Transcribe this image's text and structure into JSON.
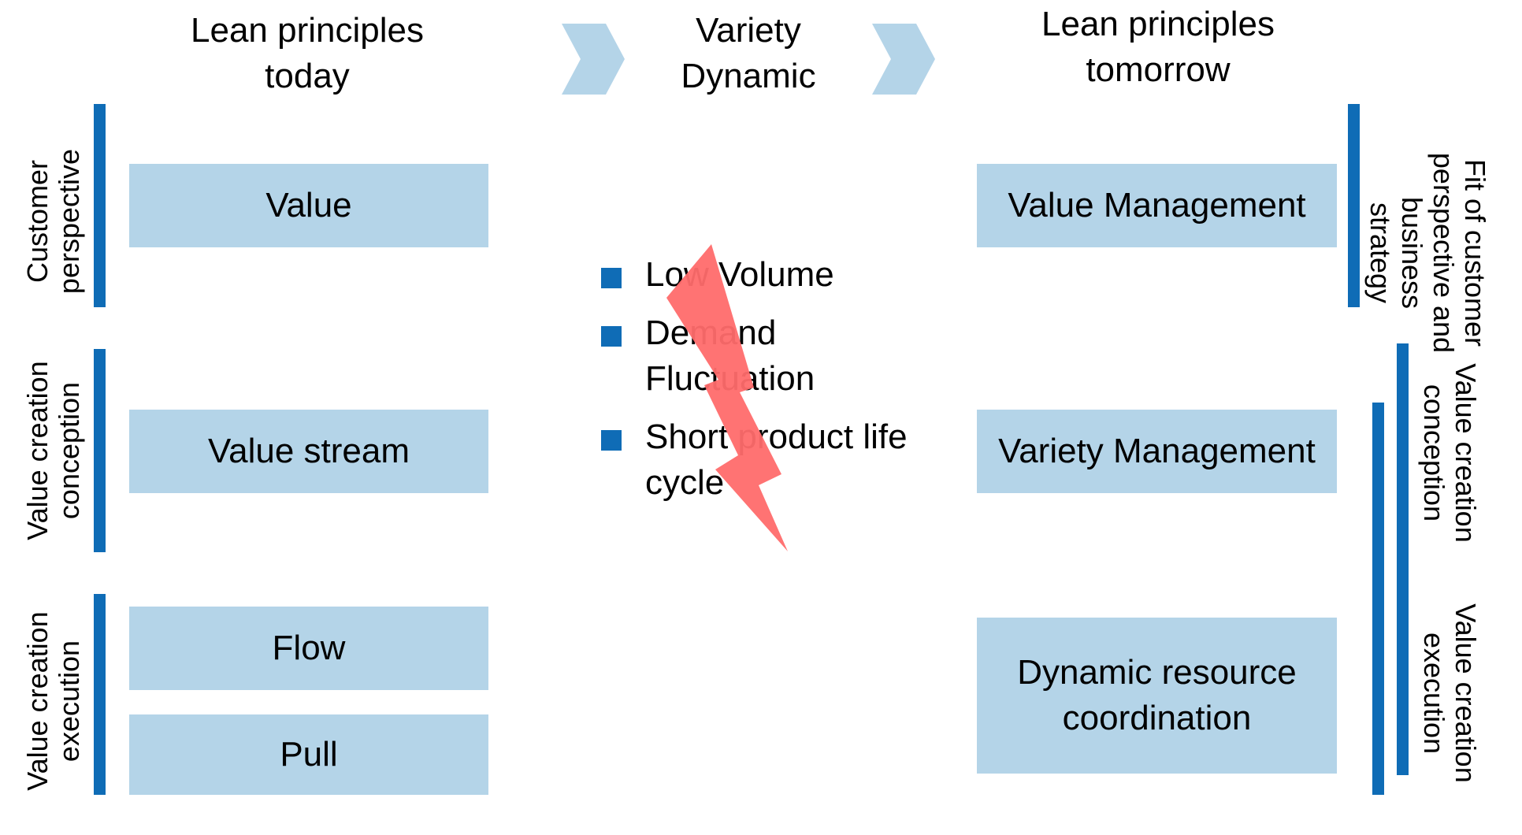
{
  "headers": {
    "left": "Lean principles today",
    "middle": "Variety Dynamic",
    "right": "Lean principles tomorrow"
  },
  "left_column": {
    "labels": {
      "customer": "Customer perspective",
      "conception": "Value creation conception",
      "execution": "Value creation execution"
    },
    "boxes": {
      "value": "Value",
      "value_stream": "Value stream",
      "flow": "Flow",
      "pull": "Pull"
    }
  },
  "middle_column": {
    "bullets": [
      "Low Volume",
      "Demand Fluctuation",
      "Short product life cycle"
    ],
    "bullet_color": "#0f6cb6",
    "bolt_color": "#ff6b6b"
  },
  "right_column": {
    "boxes": {
      "value_management": "Value Management",
      "variety_management": "Variety Management",
      "dynamic_resource": "Dynamic resource coordination"
    },
    "labels": {
      "fit": "Fit of customer perspective and business strategy",
      "conception": "Value creation conception",
      "execution": "Value creation execution"
    }
  },
  "colors": {
    "box_fill": "#b4d4e8",
    "bar": "#0f6cb6",
    "chevron": "#b4d4e8"
  }
}
